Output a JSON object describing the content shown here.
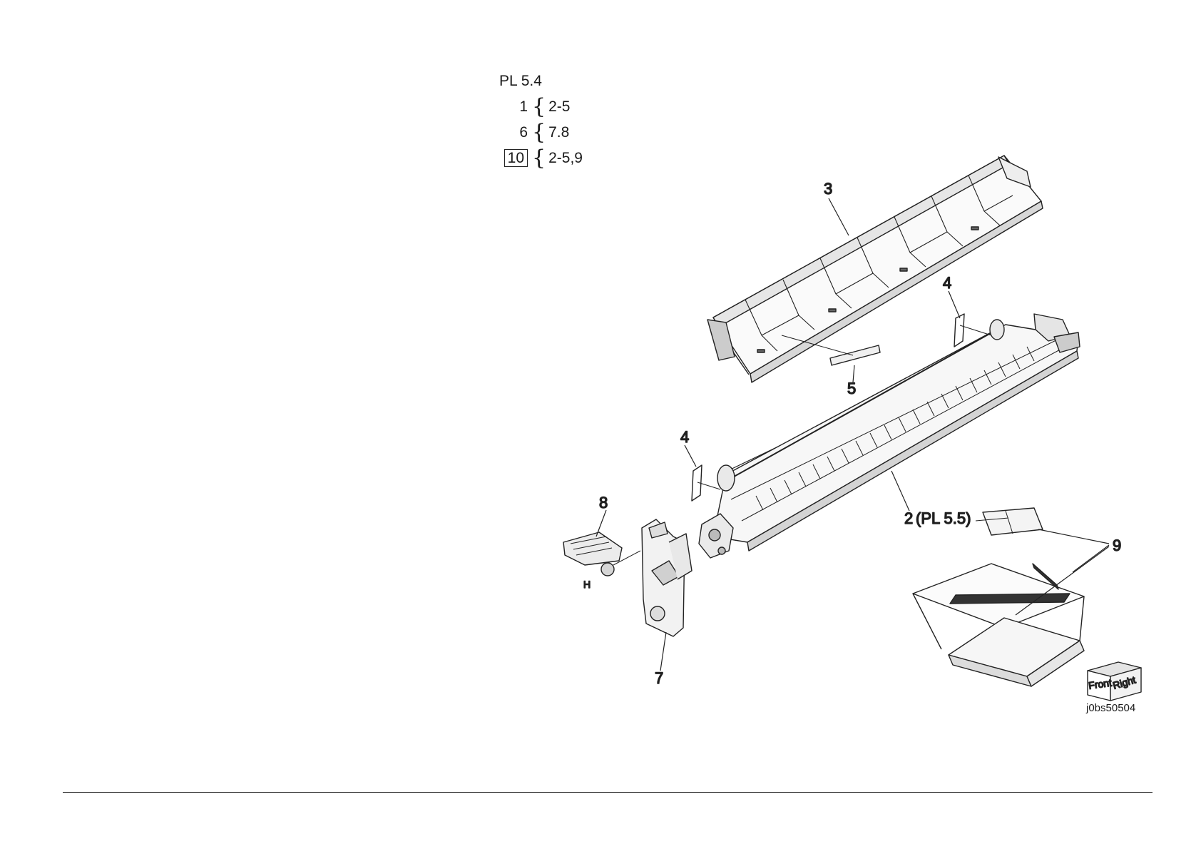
{
  "legend": {
    "title": "PL 5.4",
    "rows": [
      {
        "key": "1",
        "boxed": false,
        "items": "2-5"
      },
      {
        "key": "6",
        "boxed": false,
        "items": "7.8"
      },
      {
        "key": "10",
        "boxed": true,
        "items": "2-5,9"
      }
    ]
  },
  "callouts": {
    "c3": "3",
    "c4a": "4",
    "c4b": "4",
    "c5": "5",
    "c2": "2",
    "c2ref": "(PL 5.5)",
    "c8": "8",
    "cH": "H",
    "c7": "7",
    "c9": "9"
  },
  "orientation": {
    "front": "Front",
    "right": "Right"
  },
  "figure_code": "j0bs50504"
}
